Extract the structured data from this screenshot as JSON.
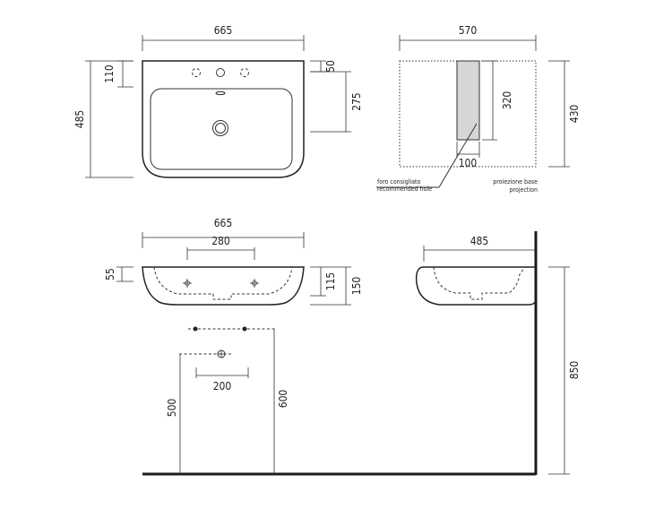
{
  "dimensions": {
    "top_width": "665",
    "top_tap_zone_depth": "110",
    "top_total_depth": "485",
    "top_rim_offset": "50",
    "top_bowl_depth": "275",
    "proj_width": "570",
    "proj_column_height": "320",
    "proj_column_width": "100",
    "proj_depth": "430",
    "front_width": "665",
    "front_bracket_spacing": "280",
    "front_bracket_height": "55",
    "front_body_height": "115",
    "front_total_height": "150",
    "side_depth": "485",
    "mount_height": "850",
    "drain_height": "500",
    "supply_height": "600",
    "drain_width": "200"
  },
  "notes": {
    "hole_it": "foro consigliato",
    "hole_en": "recommended hole",
    "base_it": "proiezione base",
    "base_en": "projection"
  },
  "colors": {
    "line": "#333333",
    "column_fill": "#d6d6d6"
  }
}
